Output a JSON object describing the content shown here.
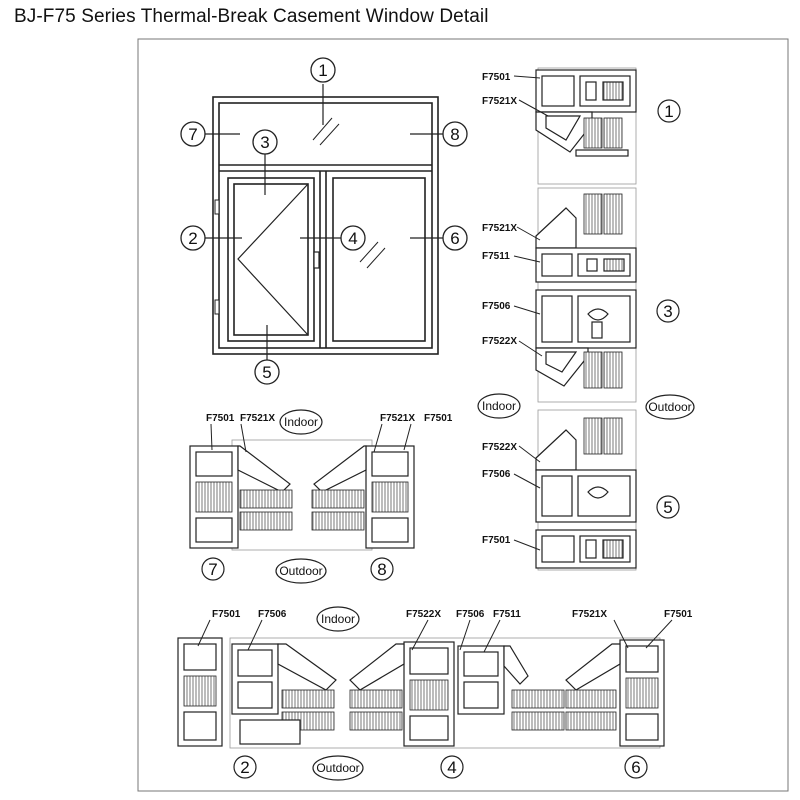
{
  "title": "BJ-F75 Series Thermal-Break Casement Window Detail",
  "elevation": {
    "markers": [
      "1",
      "7",
      "8",
      "3",
      "2",
      "4",
      "6",
      "5"
    ]
  },
  "detail_1": {
    "number": "1",
    "labels": [
      "F7501",
      "F7521X"
    ]
  },
  "detail_3": {
    "number": "3",
    "labels": [
      "F7521X",
      "F7511",
      "F7506",
      "F7522X"
    ],
    "indoor": "Indoor",
    "outdoor": "Outdoor"
  },
  "detail_5": {
    "number": "5",
    "labels": [
      "F7522X",
      "F7506",
      "F7501"
    ]
  },
  "detail_78": {
    "numbers": [
      "7",
      "8"
    ],
    "labels": [
      "F7501",
      "F7521X",
      "F7521X",
      "F7501"
    ],
    "indoor": "Indoor",
    "outdoor": "Outdoor"
  },
  "detail_246": {
    "numbers": [
      "2",
      "4",
      "6"
    ],
    "labels": [
      "F7501",
      "F7506",
      "F7522X",
      "F7506",
      "F7511",
      "F7521X",
      "F7501"
    ],
    "indoor": "Indoor",
    "outdoor": "Outdoor"
  },
  "colors": {
    "line": "#222222",
    "paper": "#ffffff",
    "sheet_border": "#777777"
  },
  "icons": [
    "circle-number",
    "glass-hatch",
    "profile-section",
    "handle-icon",
    "hinge-icon"
  ]
}
